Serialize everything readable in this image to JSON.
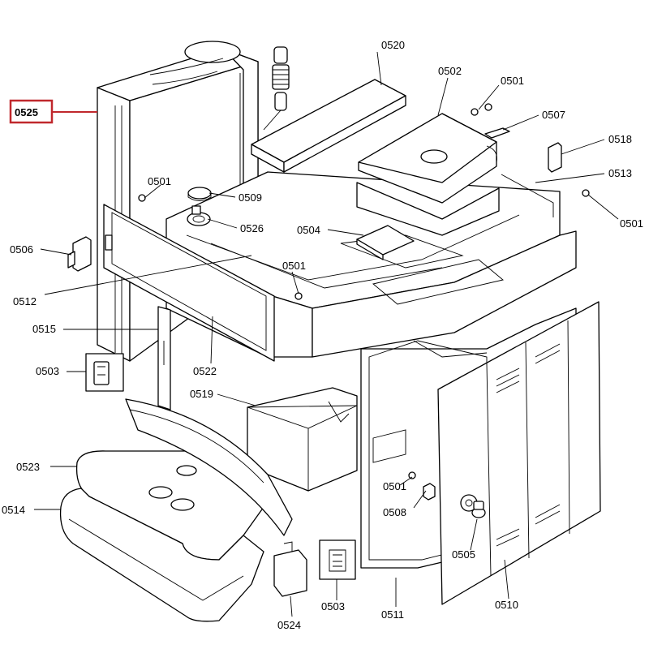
{
  "diagram": {
    "highlight_color": "#c0282d",
    "highlighted_part": "0525",
    "labels": {
      "l0525": "0525",
      "l0520": "0520",
      "l0502": "0502",
      "l0501a": "0501",
      "l0507": "0507",
      "l0518": "0518",
      "l0513": "0513",
      "l0501b": "0501",
      "l0501c": "0501",
      "l0509": "0509",
      "l0526": "0526",
      "l0504": "0504",
      "l0506": "0506",
      "l0501d": "0501",
      "l0512": "0512",
      "l0515": "0515",
      "l0522": "0522",
      "l0503a": "0503",
      "l0519": "0519",
      "l0523": "0523",
      "l0514": "0514",
      "l0501e": "0501",
      "l0508": "0508",
      "l0505": "0505",
      "l0510": "0510",
      "l0511": "0511",
      "l0524": "0524",
      "l0503b": "0503"
    }
  }
}
